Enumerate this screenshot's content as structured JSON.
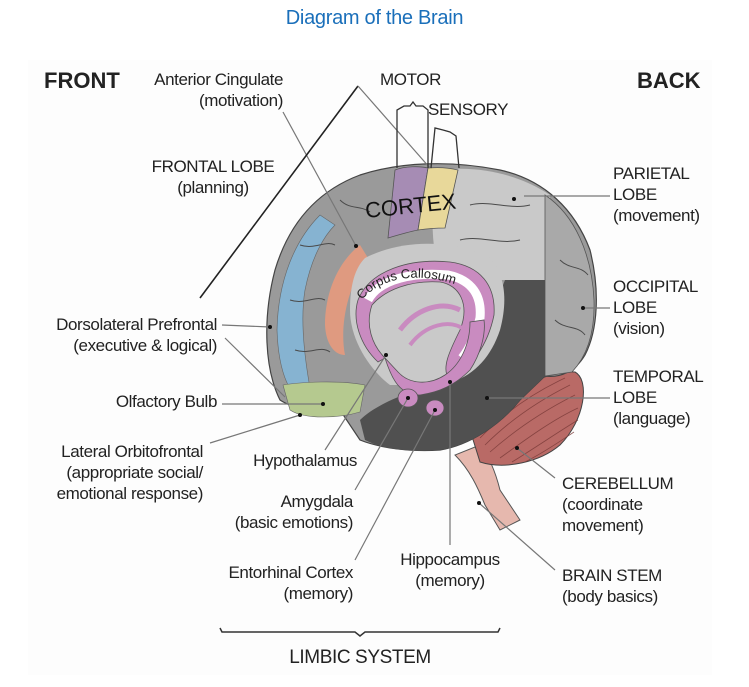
{
  "title": "Diagram of the Brain",
  "orientation": {
    "front": "FRONT",
    "back": "BACK"
  },
  "cortex": {
    "label": "CORTEX",
    "motor": "MOTOR",
    "sensory": "SENSORY"
  },
  "corpus_callosum": "Corpus Callosum",
  "labels": {
    "anterior_cingulate": {
      "name": "Anterior Cingulate",
      "function": "(motivation)"
    },
    "frontal_lobe": {
      "name": "FRONTAL LOBE",
      "function": "(planning)"
    },
    "dorsolateral_prefrontal": {
      "name": "Dorsolateral Prefrontal",
      "function": "(executive & logical)"
    },
    "olfactory_bulb": {
      "name": "Olfactory Bulb"
    },
    "lateral_orbitofrontal": {
      "name": "Lateral Orbitofrontal",
      "function_line1": "(appropriate social/",
      "function_line2": "emotional response)"
    },
    "hypothalamus": {
      "name": "Hypothalamus"
    },
    "amygdala": {
      "name": "Amygdala",
      "function": "(basic emotions)"
    },
    "entorhinal_cortex": {
      "name": "Entorhinal Cortex",
      "function": "(memory)"
    },
    "hippocampus": {
      "name": "Hippocampus",
      "function": "(memory)"
    },
    "parietal_lobe": {
      "name_line1": "PARIETAL",
      "name_line2": "LOBE",
      "function": "(movement)"
    },
    "occipital_lobe": {
      "name_line1": "OCCIPITAL",
      "name_line2": "LOBE",
      "function": "(vision)"
    },
    "temporal_lobe": {
      "name_line1": "TEMPORAL",
      "name_line2": "LOBE",
      "function": "(language)"
    },
    "cerebellum": {
      "name": "CEREBELLUM",
      "function_line1": "(coordinate",
      "function_line2": "movement)"
    },
    "brain_stem": {
      "name": "BRAIN STEM",
      "function": "(body basics)"
    }
  },
  "limbic_system": "LIMBIC SYSTEM",
  "colors": {
    "title": "#1a6fba",
    "prefrontal_blue": "#86b3d1",
    "motor_purple": "#a68cb4",
    "sensory_yellow": "#e8d89a",
    "cingulate_salmon": "#df9a80",
    "olfactory_green": "#b5c98f",
    "limbic_pink": "#c98bc0",
    "cerebellum_red": "#b96a66",
    "brainstem_pink": "#e6b8ae",
    "temporal_dark": "#505050",
    "cortex_gray": "#9a9a9a",
    "parietal_light": "#c9c9c9"
  }
}
